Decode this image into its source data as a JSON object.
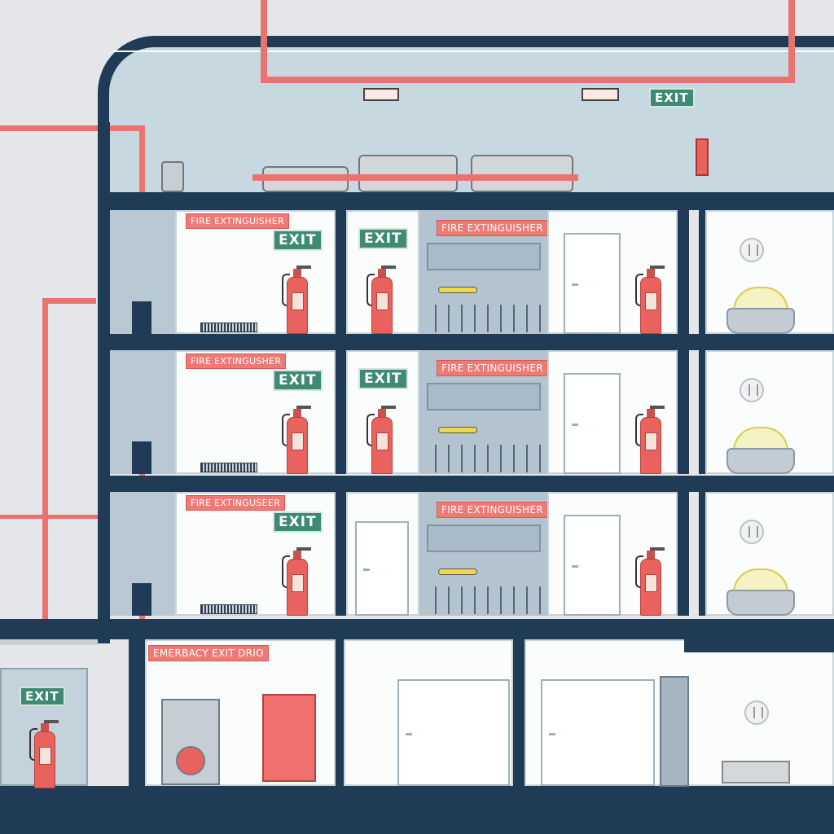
{
  "signs": {
    "exit": "EXIT",
    "fire_floor3_left": "FIRE EXTINGUISHER",
    "fire_floor3_mech": "FIRE EXTINGUISHER",
    "fire_floor2_left": "FIRE EXTINGUSHER",
    "fire_floor2_mech": "FIRE EXTINGUISHER",
    "fire_floor1_left": "FIRE EXTINGUSEER",
    "fire_floor1_mech": "FIRE EXTINGUISHER",
    "ground_banner": "EMERBACY EXIT DRIO"
  },
  "colors": {
    "structure": "#1f3b55",
    "pipe": "#e8736f",
    "exit_sign": "#3e8a74",
    "extinguisher": "#e9625e",
    "fire_sign": "#ee7a76"
  }
}
